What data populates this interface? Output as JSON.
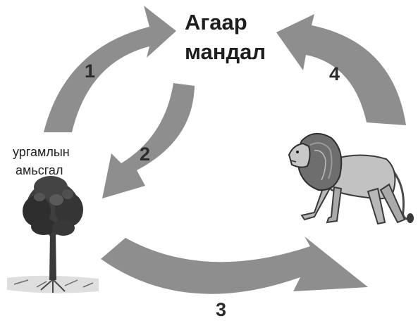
{
  "title": {
    "line1": "Агаар",
    "line2": "мандал"
  },
  "plant_label": {
    "line1": "ургамлын",
    "line2": "амьсгал"
  },
  "arrows": [
    {
      "number": "1"
    },
    {
      "number": "2"
    },
    {
      "number": "3"
    },
    {
      "number": "4"
    }
  ],
  "icons": {
    "tree": "tree-icon",
    "lion": "lion-icon"
  },
  "colors": {
    "arrow": "#8e8e8e",
    "text": "#1e1e1e",
    "background": "#ffffff"
  }
}
